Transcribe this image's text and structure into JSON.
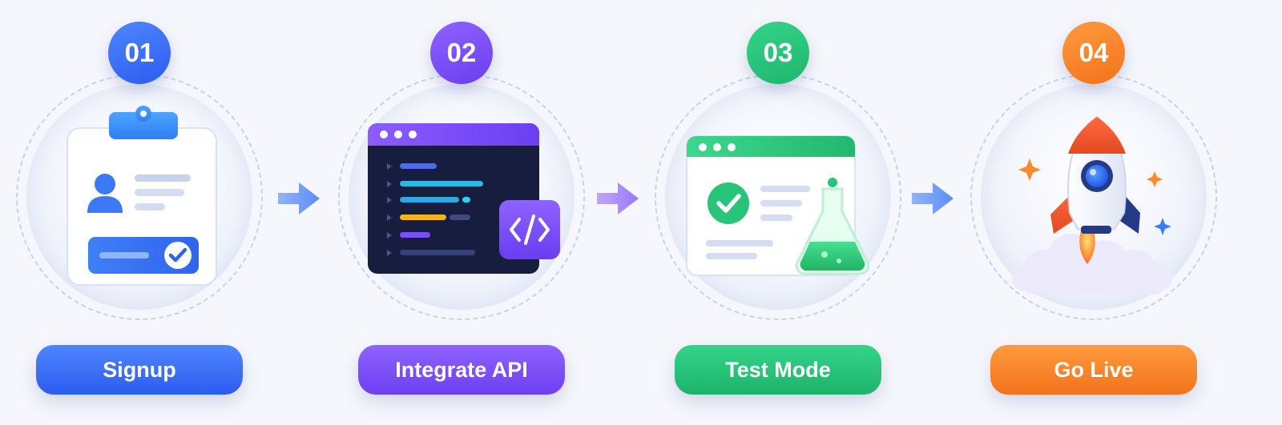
{
  "steps": [
    {
      "number": "01",
      "label": "Signup",
      "color": "#3d6ef7"
    },
    {
      "number": "02",
      "label": "Integrate API",
      "color": "#7b4ef5"
    },
    {
      "number": "03",
      "label": "Test Mode",
      "color": "#27c47a"
    },
    {
      "number": "04",
      "label": "Go Live",
      "color": "#f7851f"
    }
  ],
  "icons": [
    "clipboard-signup-icon",
    "code-editor-icon",
    "test-window-flask-icon",
    "rocket-icon"
  ]
}
